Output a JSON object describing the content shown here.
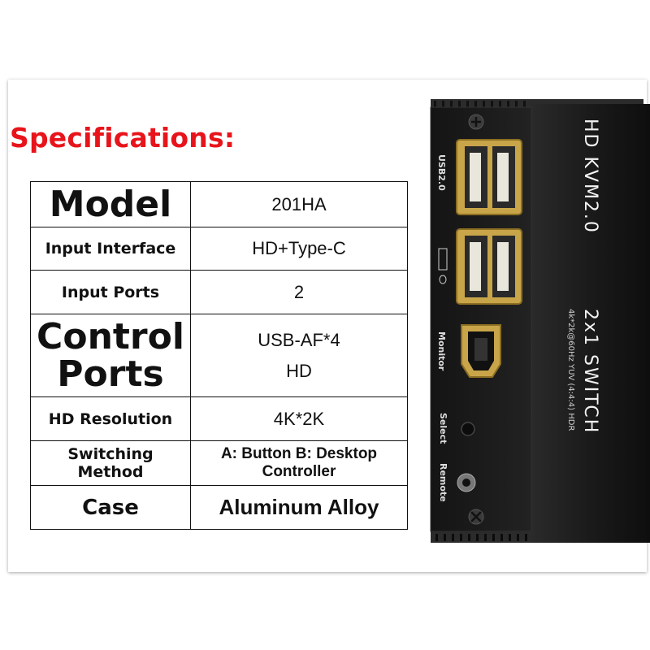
{
  "heading": "Specifications:",
  "specs": [
    {
      "label": "Model",
      "value": "201HA"
    },
    {
      "label": "Input Interface",
      "value": "HD+Type-C"
    },
    {
      "label": "Input Ports",
      "value": "2"
    },
    {
      "label_lines": [
        "Control",
        "Ports"
      ],
      "value_lines": [
        "USB-AF*4",
        "HD"
      ]
    },
    {
      "label": "HD Resolution",
      "value": "4K*2K"
    },
    {
      "label_lines": [
        "Switching",
        "Method"
      ],
      "value_lines": [
        "A: Button B: Desktop",
        "Controller"
      ]
    },
    {
      "label": "Case",
      "value": "Aluminum Alloy"
    }
  ],
  "device": {
    "port_labels": {
      "usb": "USB2.0",
      "monitor": "Monitor",
      "select": "Select",
      "remote": "Remote"
    },
    "brand_line1": "HD KVM2.0",
    "brand_line2": "2x1 SWITCH",
    "brand_line3": "4k*2k@60Hz YUV (4:4:4) HDR"
  },
  "colors": {
    "heading": "#e8141b",
    "device_body": "#1c1c1c",
    "port_gold": "#c9a54a"
  }
}
